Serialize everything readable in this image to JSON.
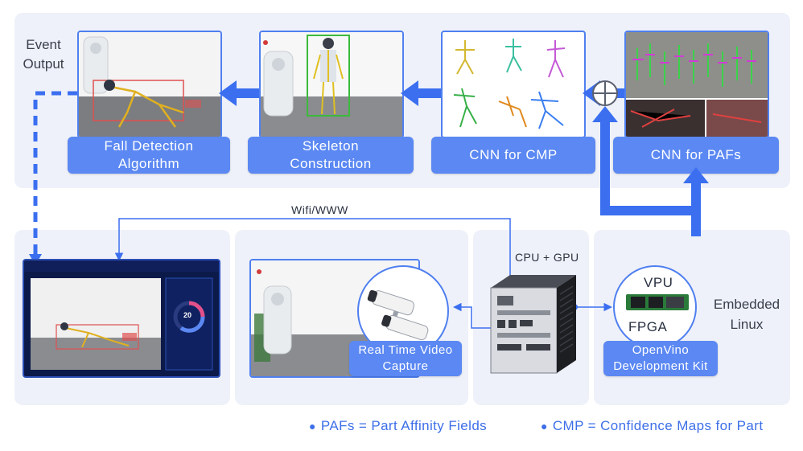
{
  "top_row": {
    "event_output_label": "Event\nOutput",
    "fall_detection_label": "Fall Detection\nAlgorithm",
    "skeleton_label": "Skeleton\nConstruction",
    "cmp_label": "CNN for CMP",
    "pafs_label": "CNN for PAFs"
  },
  "bottom_row": {
    "wifi_label": "Wifi/WWW",
    "cpu_gpu_label": "CPU + GPU",
    "video_capture_label": "Real Time Video\nCapture",
    "vpu_label": "VPU",
    "fpga_label": "FPGA",
    "openvino_label": "OpenVino\nDevelopment Kit",
    "embedded_label": "Embedded\nLinux",
    "dashboard_gauge_value": "20"
  },
  "notes": {
    "pafs_note": "PAFs = Part Affinity Fields",
    "cmp_note": "CMP = Confidence Maps for Part"
  },
  "colors": {
    "accent": "#5b88f2",
    "arrow": "#3b6ff0",
    "panel": "#eef1f9",
    "note_text": "#3d6fe8",
    "dashboard_bg": "#0c1a4a"
  }
}
